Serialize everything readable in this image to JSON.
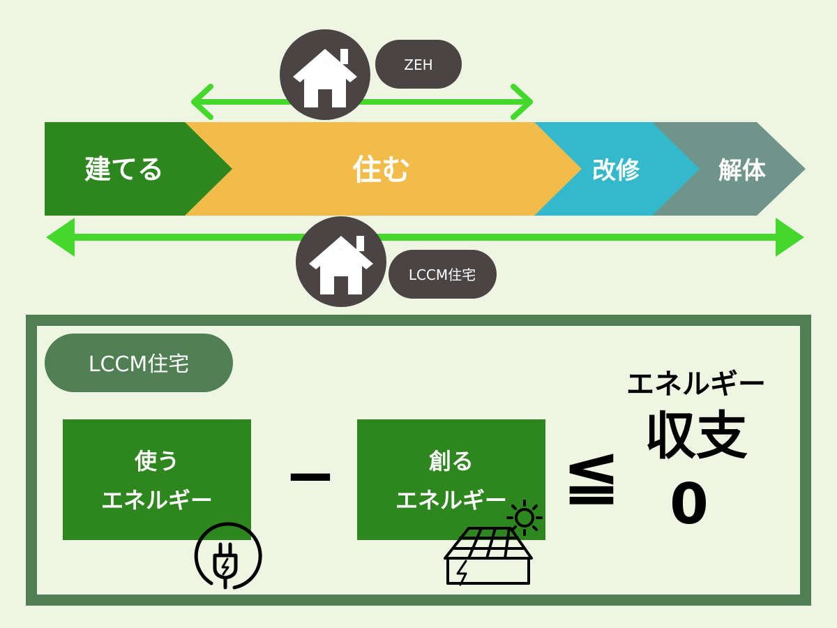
{
  "timeline": {
    "stages": [
      "建てる",
      "住む",
      "改修",
      "解体"
    ],
    "colors": {
      "build": "#2e871e",
      "live": "#f2bc4a",
      "renovate": "#34b8cb",
      "demolish": "#6f958a"
    }
  },
  "zeh": {
    "label": "ZEH"
  },
  "lccm": {
    "label": "LCCM住宅"
  },
  "formula": {
    "section_label": "LCCM住宅",
    "use_energy": [
      "使う",
      "エネルギー"
    ],
    "minus": "−",
    "create_energy": [
      "創る",
      "エネルギー"
    ],
    "leq": "≦",
    "balance_title": "エネルギー",
    "balance_main": "収支",
    "zero": "0"
  },
  "colors": {
    "background": "#eef5e3",
    "arrow": "#44d82a",
    "house_circle": "#4a4444",
    "pill": "#4a4444",
    "frame": "#4f7f52",
    "energy_box": "#2e871e",
    "section_pill": "#4f7f52"
  }
}
